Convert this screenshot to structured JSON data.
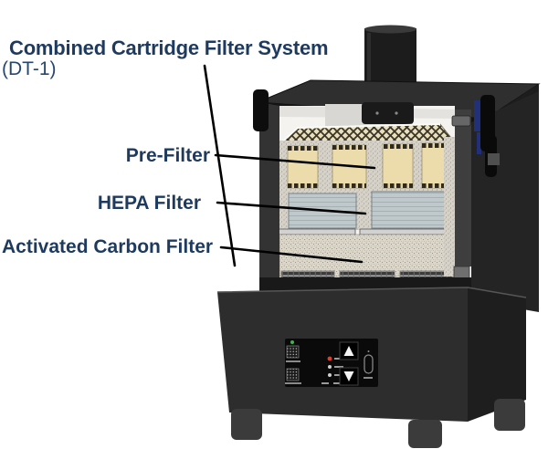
{
  "title": {
    "line1": "Combined Cartridge Filter System",
    "line2": "(DT-1)"
  },
  "callouts": {
    "pre_filter": "Pre-Filter",
    "hepa_filter": "HEPA Filter",
    "activated_carbon_filter": "Activated Carbon Filter"
  },
  "colors": {
    "label_text": "#1e3a5f",
    "subtitle_text": "#27486e",
    "leader_line": "#000000",
    "machine_body": "#2d2d2d",
    "pre_filter_media": "#ecdcab",
    "hepa_media": "#bfc8cb",
    "carbon_media": "#dcd8cb",
    "power_led_green": "#44b24e",
    "status_led_red": "#e23b2e",
    "latch_blue": "#22307a"
  },
  "illustration": {
    "description": "Cutaway 3D rendering of a combined cartridge filter unit with top exhaust stack, pre-filter cartridges, HEPA filter panels, activated carbon bed, and a fan base with control panel and feet"
  }
}
